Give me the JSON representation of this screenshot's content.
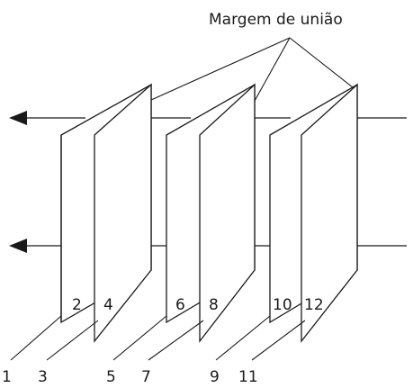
{
  "title": "Margem de união",
  "spine_labels": [
    "2",
    "4",
    "6",
    "8",
    "10",
    "12"
  ],
  "bottom_labels": [
    "1",
    "3",
    "5",
    "7",
    "9",
    "11"
  ],
  "colors": {
    "line": "#1a1a1a",
    "background": "#ffffff"
  }
}
